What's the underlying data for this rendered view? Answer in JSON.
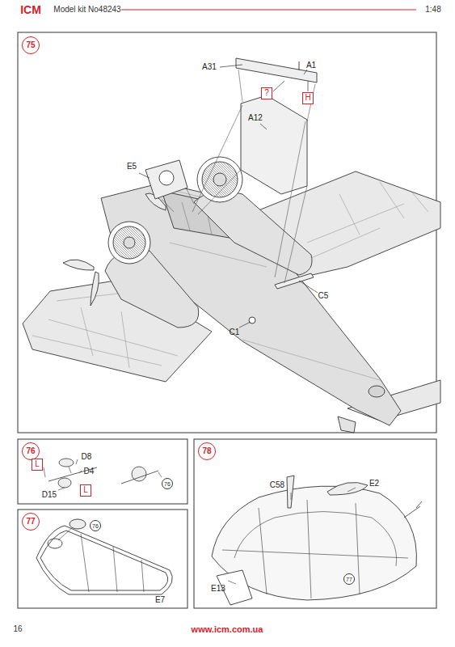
{
  "diagram": {
    "nodes": [
      {
        "text": [
          "75"
        ]
      },
      {
        "text": [
          "?"
        ]
      },
      {
        "text": [
          "H"
        ]
      },
      {
        "text": [
          "76"
        ]
      },
      {
        "text": [
          "L"
        ]
      },
      {
        "text": [
          "L"
        ]
      },
      {
        "text": [
          "76"
        ]
      },
      {
        "text": [
          "77"
        ]
      },
      {
        "text": [
          "76"
        ]
      },
      {
        "text": [
          "78"
        ]
      },
      {
        "text": [
          "77"
        ]
      }
    ],
    "labels": [
      "ICM",
      "Model kit No48243",
      "1:48",
      "A31",
      "A1",
      "A12",
      "E5",
      "C5",
      "C1",
      "D8",
      "D4",
      "D15",
      "E7",
      "C58",
      "E2",
      "E13",
      "16",
      "www.icm.com.ua"
    ]
  }
}
